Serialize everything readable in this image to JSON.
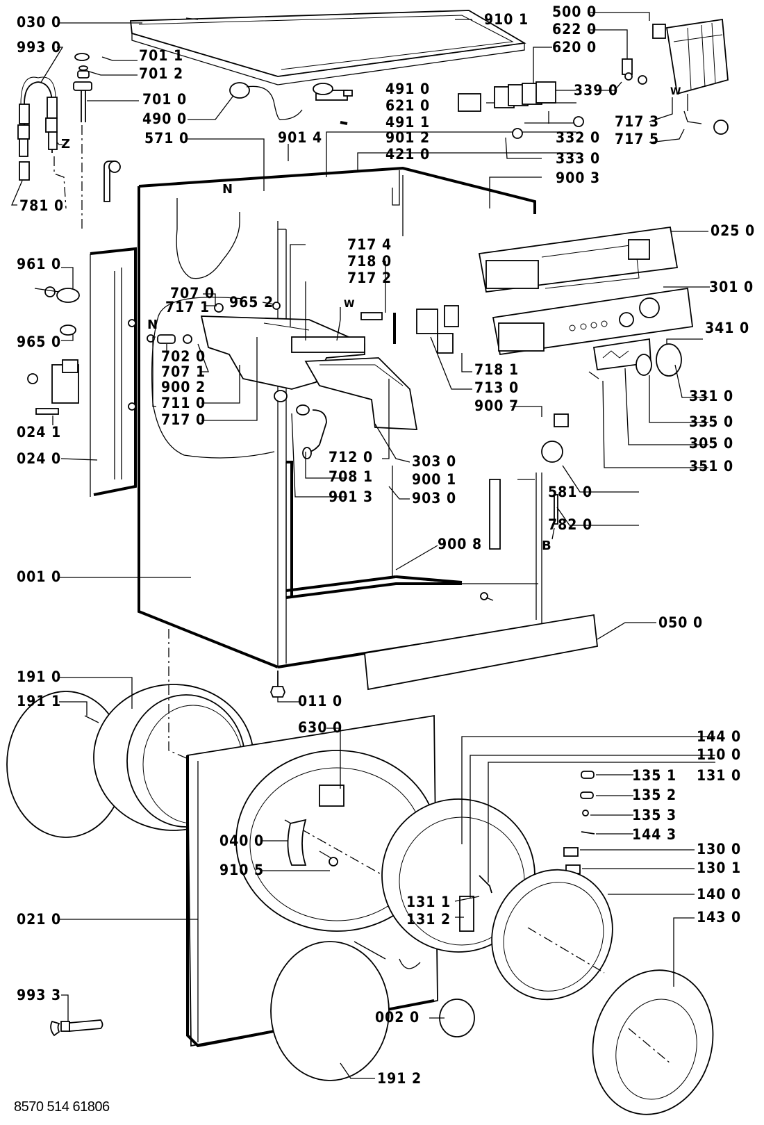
{
  "diagram": {
    "type": "exploded-parts-diagram",
    "subject": "front-loading washing machine cabinet and door assembly",
    "document_number": "8570 514 61806",
    "markers": [
      "N",
      "W",
      "Z",
      "N",
      "W",
      "B"
    ],
    "part_labels": {
      "p0300": "030 0",
      "p9930": "993 0",
      "p7011": "701 1",
      "p7012": "701 2",
      "p7010": "701 0",
      "p4900": "490 0",
      "p5710": "571 0",
      "p7810": "781 0",
      "p9101": "910 1",
      "p5000": "500 0",
      "p6220": "622 0",
      "p6200": "620 0",
      "p4910": "491 0",
      "p6210": "621 0",
      "p4911": "491 1",
      "p9014": "901 4",
      "p9012": "901 2",
      "p4210": "421 0",
      "p3390": "339 0",
      "p3320": "332 0",
      "p3330": "333 0",
      "p7173": "717 3",
      "p7175": "717 5",
      "p9003": "900 3",
      "p0250": "025 0",
      "p9610": "961 0",
      "p9650": "965 0",
      "p0241": "024 1",
      "p0240": "024 0",
      "p7070": "707 0",
      "p7171": "717 1",
      "p9652": "965 2",
      "p7020": "702 0",
      "p7071": "707 1",
      "p9002": "900 2",
      "p7110": "711 0",
      "p7170": "717 0",
      "p7174": "717 4",
      "p7180": "718 0",
      "p7172": "717 2",
      "p3010": "301 0",
      "p3410": "341 0",
      "p7181": "718 1",
      "p7130": "713 0",
      "p9007": "900 7",
      "p3310": "331 0",
      "p3350": "335 0",
      "p3050": "305 0",
      "p3510": "351 0",
      "p7120": "712 0",
      "p7081": "708 1",
      "p9013": "901 3",
      "p3030": "303 0",
      "p9001": "900 1",
      "p9030": "903 0",
      "p5810": "581 0",
      "p7820": "782 0",
      "p9008": "900 8",
      "p0010": "001 0",
      "p0500": "050 0",
      "p1910": "191 0",
      "p1911": "191 1",
      "p0110": "011 0",
      "p6300": "630 0",
      "p1440": "144 0",
      "p1100": "110 0",
      "p1310": "131 0",
      "p1351": "135 1",
      "p1352": "135 2",
      "p1353": "135 3",
      "p1443": "144 3",
      "p1300": "130 0",
      "p1301": "130 1",
      "p1400": "140 0",
      "p1430": "143 0",
      "p0400": "040 0",
      "p9105": "910 5",
      "p1311": "131 1",
      "p1312": "131 2",
      "p0210": "021 0",
      "p9933": "993 3",
      "p0020": "002 0",
      "p1912": "191 2"
    }
  }
}
